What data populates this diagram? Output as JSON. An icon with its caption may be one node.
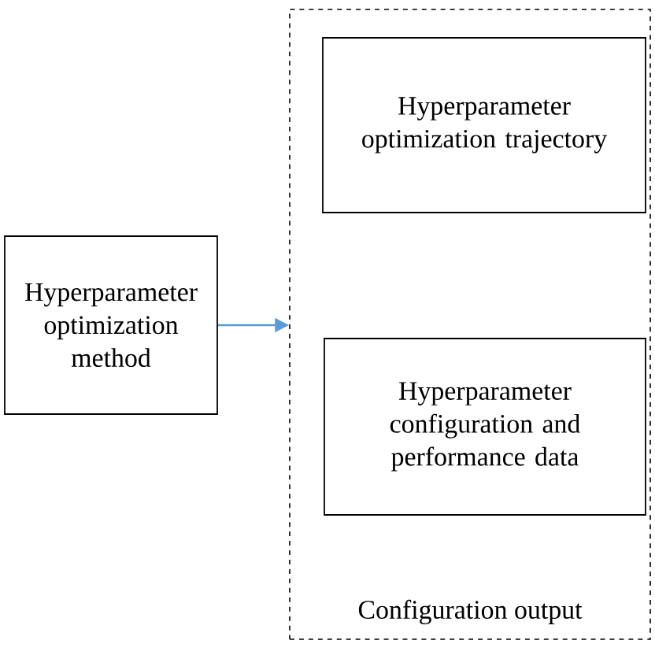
{
  "diagram": {
    "nodes": [
      {
        "text": [
          "Hyperparameter optimization method"
        ]
      },
      {
        "text": [
          "Configuration output"
        ]
      },
      {
        "text": [
          "Hyperparameter optimization trajectory"
        ],
        "in": 1
      },
      {
        "text": [
          "Hyperparameter configuration and performance data"
        ],
        "in": 1
      }
    ],
    "edges": [
      {
        "from": 0,
        "to": 1,
        "arrow": "to",
        "color": "#5b9bd5"
      }
    ]
  }
}
